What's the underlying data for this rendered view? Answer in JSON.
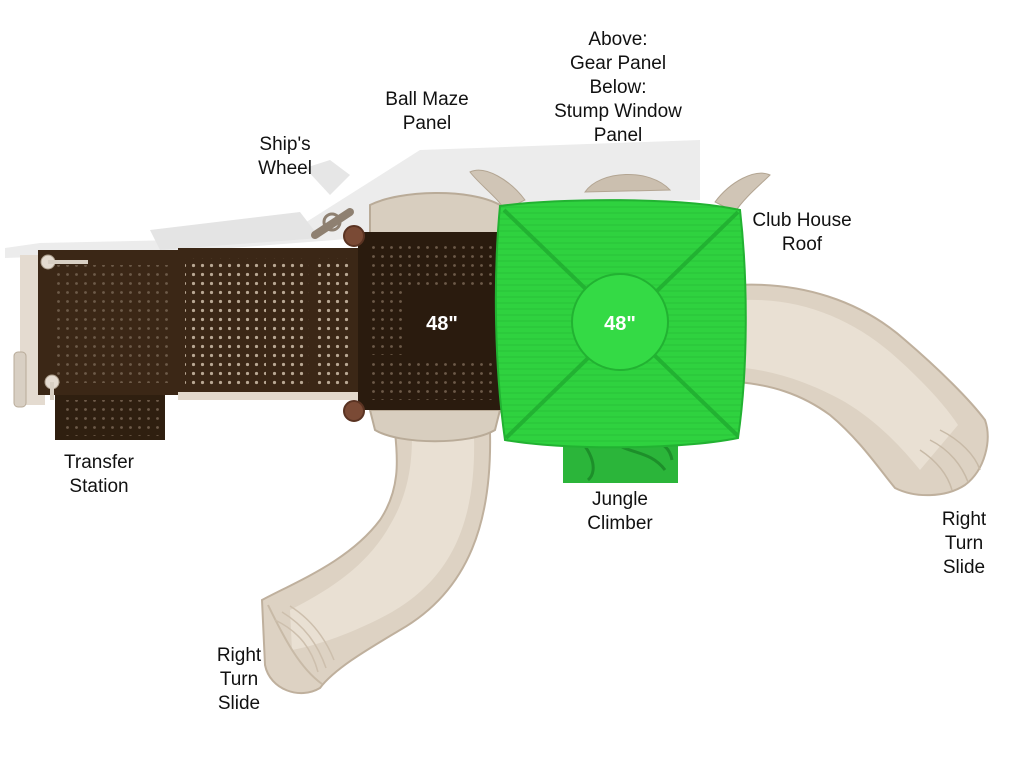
{
  "labels": {
    "gear_stump": [
      "Above:",
      "Gear Panel",
      "Below:",
      "Stump Window",
      "Panel"
    ],
    "ball_maze": [
      "Ball Maze",
      "Panel"
    ],
    "ships_wheel": [
      "Ship's",
      "Wheel"
    ],
    "club_house_roof": [
      "Club House",
      "Roof"
    ],
    "transfer_station": [
      "Transfer",
      "Station"
    ],
    "jungle_climber": [
      "Jungle",
      "Climber"
    ],
    "right_turn_slide_right": [
      "Right",
      "Turn",
      "Slide"
    ],
    "right_turn_slide_bottom": [
      "Right",
      "Turn",
      "Slide"
    ]
  },
  "deck_heights": {
    "center_deck": "48\"",
    "roof_deck": "48\""
  },
  "colors": {
    "deck": "#3b2716",
    "deck_dark": "#2a1b0e",
    "slide": "#ddd2c3",
    "slide_edge": "#c2b4a2",
    "roof": "#2fd23f",
    "roof_dark": "#22b232",
    "climber": "#2bb53a",
    "shadow": "#e9e9e9",
    "post_cap": "#7a4a35"
  }
}
